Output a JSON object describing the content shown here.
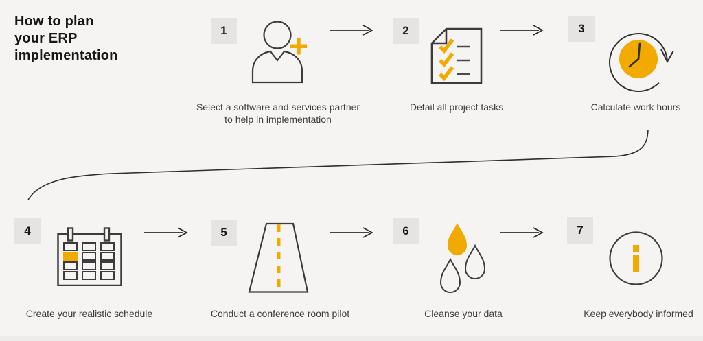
{
  "title": {
    "lines": [
      "How to plan",
      "your ERP",
      "implementation"
    ]
  },
  "colors": {
    "background": "#f5f4f2",
    "badge_bg": "#e5e4e2",
    "accent": "#f2a900",
    "outline": "#3c3c3c",
    "arrow": "#2b2b2b",
    "caption_text": "#3d3d3d",
    "title_text": "#171717",
    "doc_line": "#4a4a4a",
    "footer_strip": "#edecea"
  },
  "steps": [
    {
      "number": "1",
      "label": "Select a software and services partner to help in implementation",
      "icon": "add-partner-person-icon"
    },
    {
      "number": "2",
      "label": "Detail all project tasks",
      "icon": "task-checklist-icon"
    },
    {
      "number": "3",
      "label": "Calculate work hours",
      "icon": "clock-rotation-icon"
    },
    {
      "number": "4",
      "label": "Create your realistic schedule",
      "icon": "calendar-schedule-icon"
    },
    {
      "number": "5",
      "label": "Conduct a conference room pilot",
      "icon": "conference-room-pilot-icon"
    },
    {
      "number": "6",
      "label": "Cleanse your data",
      "icon": "water-drops-icon"
    },
    {
      "number": "7",
      "label": "Keep everybody informed",
      "icon": "info-circle-icon"
    }
  ]
}
